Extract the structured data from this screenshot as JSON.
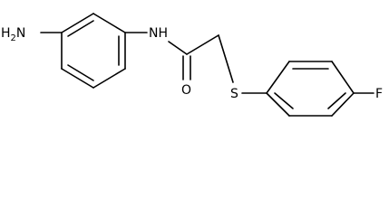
{
  "molecule": {
    "labels": {
      "amine_h": "H",
      "amine_sub": "2",
      "amine_n": "N",
      "amide_nh": "NH",
      "carbonyl_o": "O",
      "thioether_s": "S",
      "fluorine": "F"
    }
  },
  "colors": {
    "bond": "#000000",
    "text": "#000000",
    "background": "#ffffff"
  }
}
